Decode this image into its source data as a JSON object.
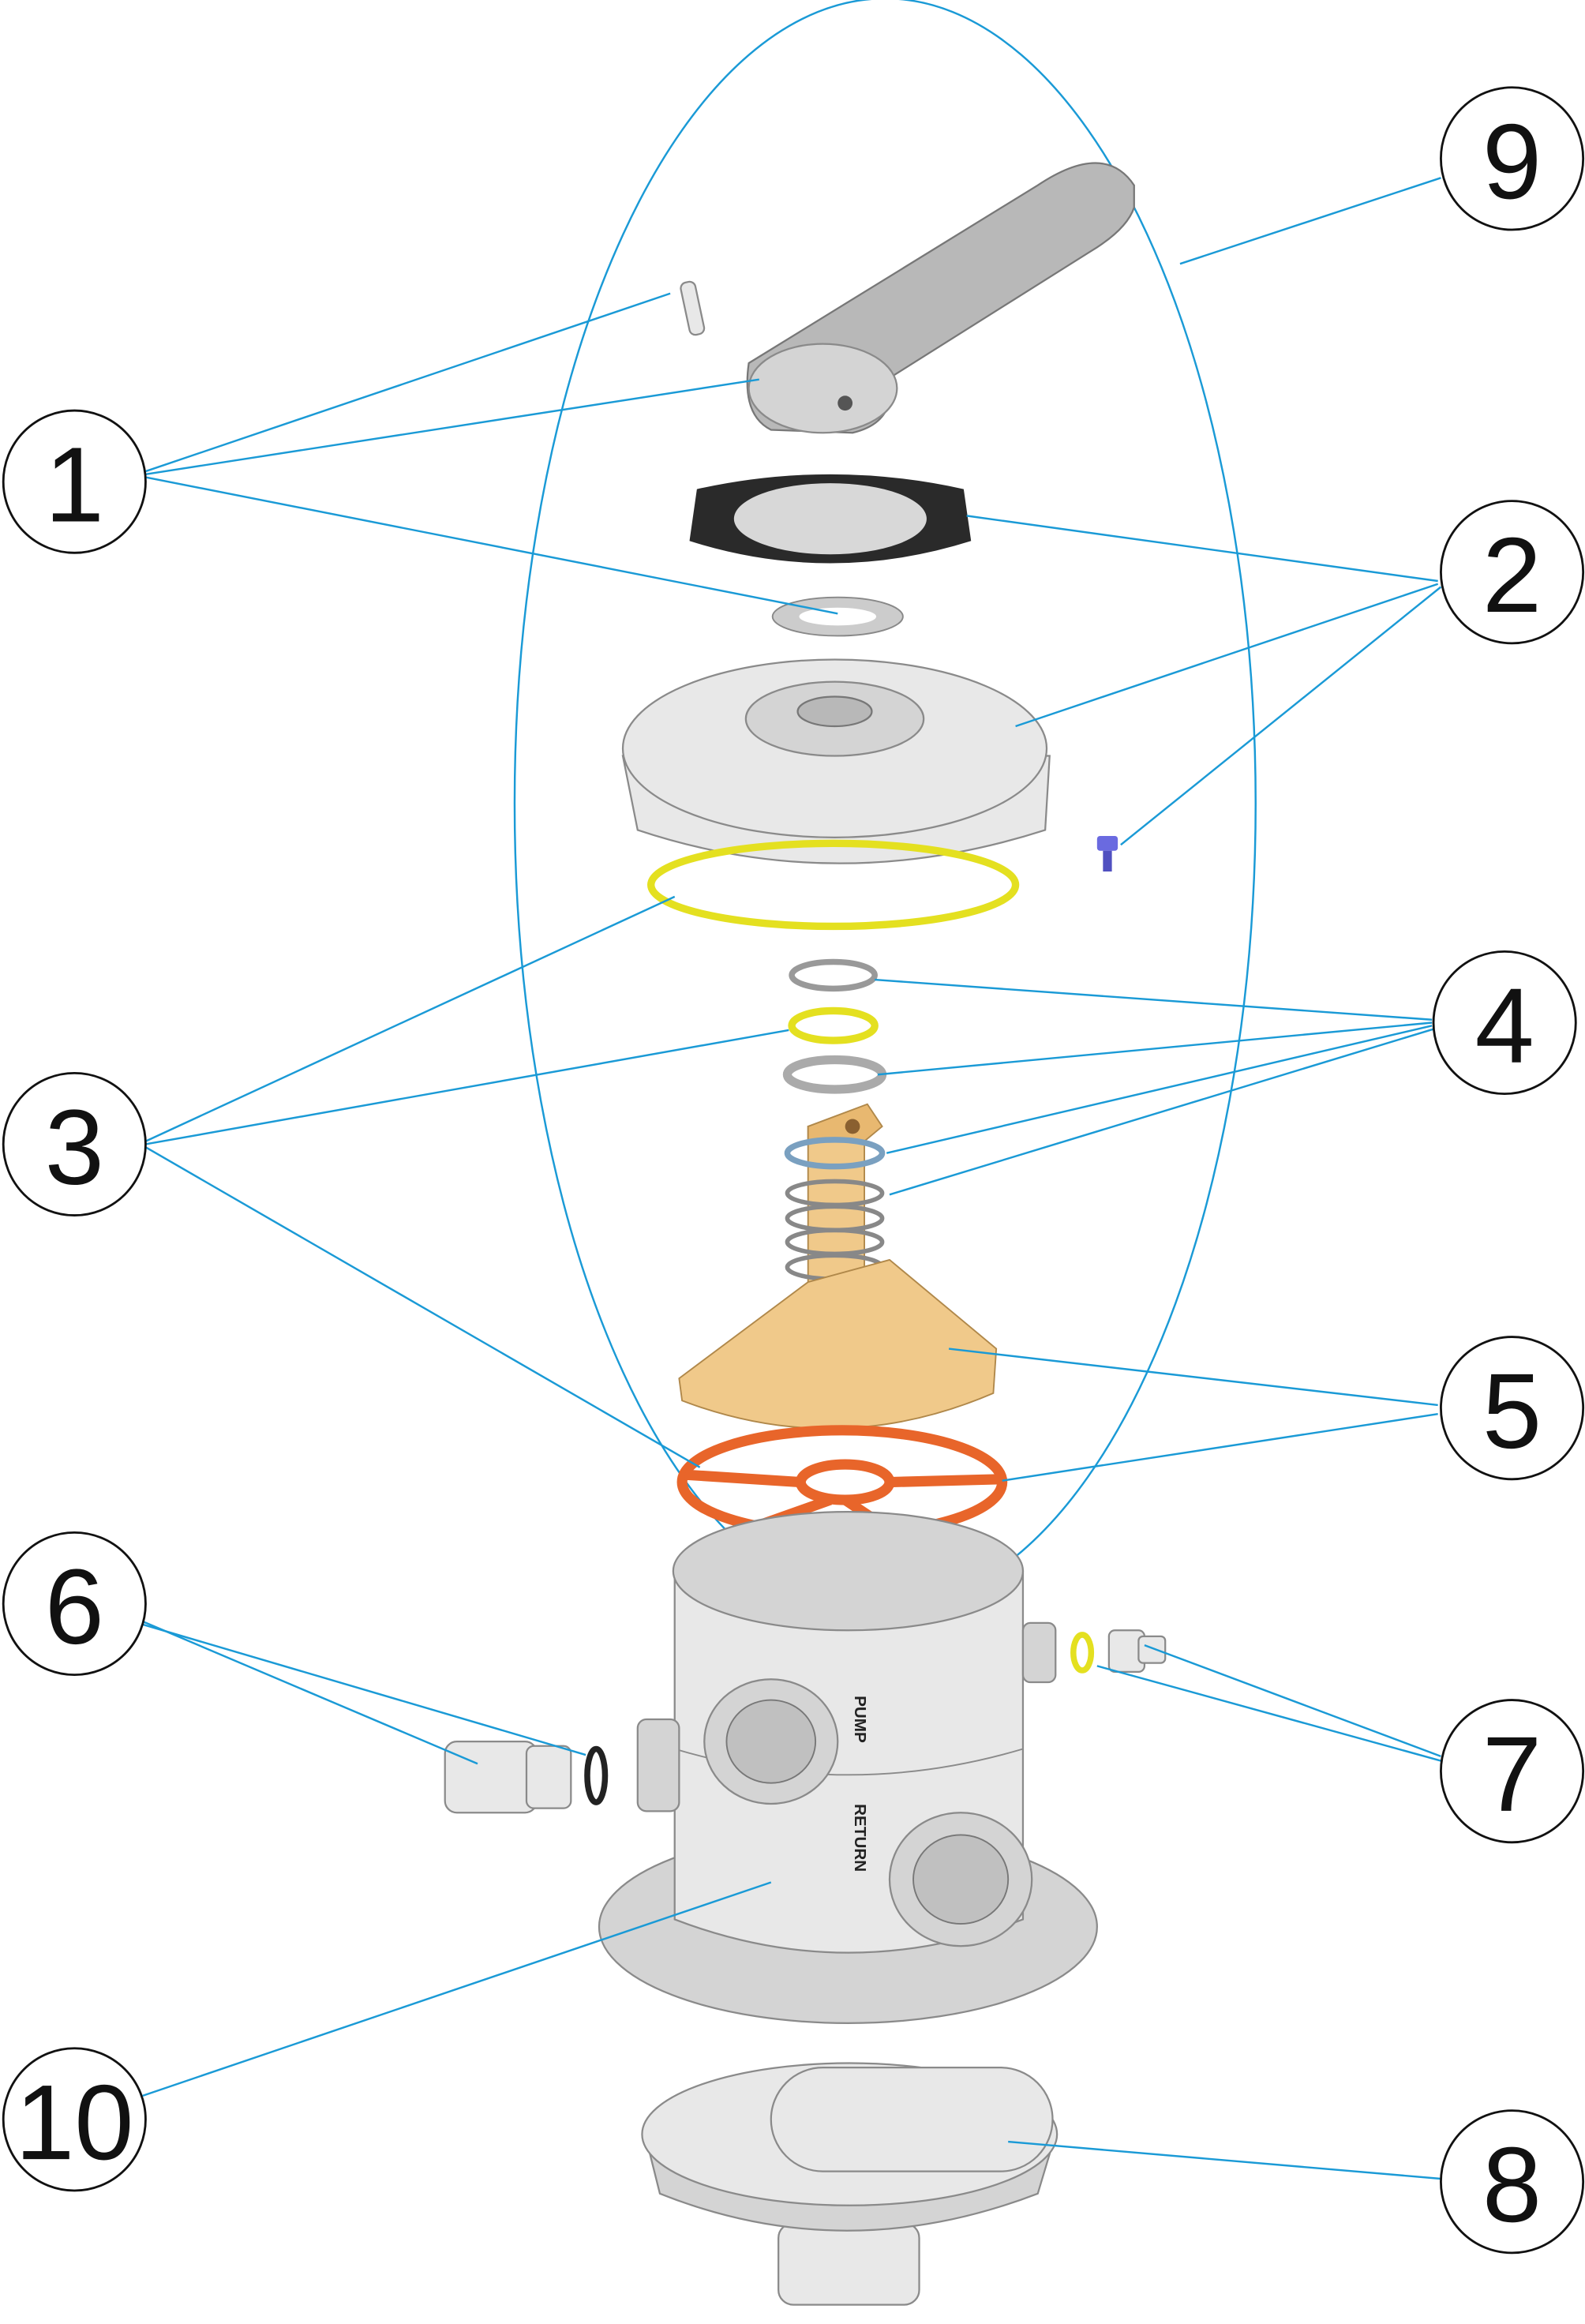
{
  "diagram": {
    "callouts": [
      "1",
      "2",
      "3",
      "4",
      "5",
      "6",
      "7",
      "8",
      "9",
      "10"
    ],
    "port_labels": {
      "pump": "PUMP",
      "return": "RETURN"
    },
    "colors": {
      "leader": "#1a9ad6",
      "oring_yellow": "#f2ef2a",
      "gasket_orange": "#e8652a",
      "rotor_tan": "#f0c98a",
      "screw_blue": "#6a6ae0"
    }
  }
}
